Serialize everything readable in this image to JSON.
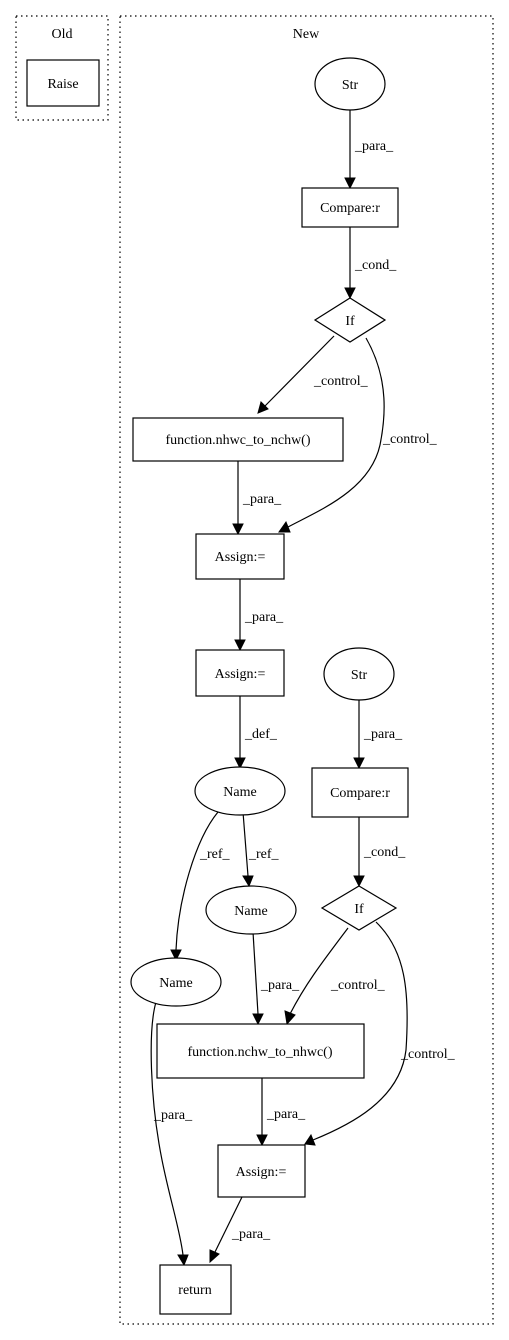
{
  "clusters": {
    "old": {
      "label": "Old"
    },
    "new": {
      "label": "New"
    }
  },
  "nodes": {
    "raise": "Raise",
    "str1": "Str",
    "compare1": "Compare:r",
    "if1": "If",
    "nhwc_to_nchw": "function.nhwc_to_nchw()",
    "assign1": "Assign:=",
    "assign2": "Assign:=",
    "str2": "Str",
    "compare2": "Compare:r",
    "name1": "Name",
    "if2": "If",
    "name2": "Name",
    "name3": "Name",
    "nchw_to_nhwc": "function.nchw_to_nhwc()",
    "assign3": "Assign:=",
    "return": "return"
  },
  "edges": {
    "str1_compare1": "_para_",
    "compare1_if1": "_cond_",
    "if1_nhwc": "_control_",
    "if1_assign1": "_control_",
    "nhwc_assign1": "_para_",
    "assign1_assign2": "_para_",
    "assign2_name1": "_def_",
    "str2_compare2": "_para_",
    "compare2_if2": "_cond_",
    "name1_name3": "_ref_",
    "name1_name2": "_ref_",
    "name2_nchw": "_para_",
    "if2_nchw": "_control_",
    "if2_assign3": "_control_",
    "nchw_assign3": "_para_",
    "name3_return": "_para_",
    "assign3_return": "_para_"
  }
}
